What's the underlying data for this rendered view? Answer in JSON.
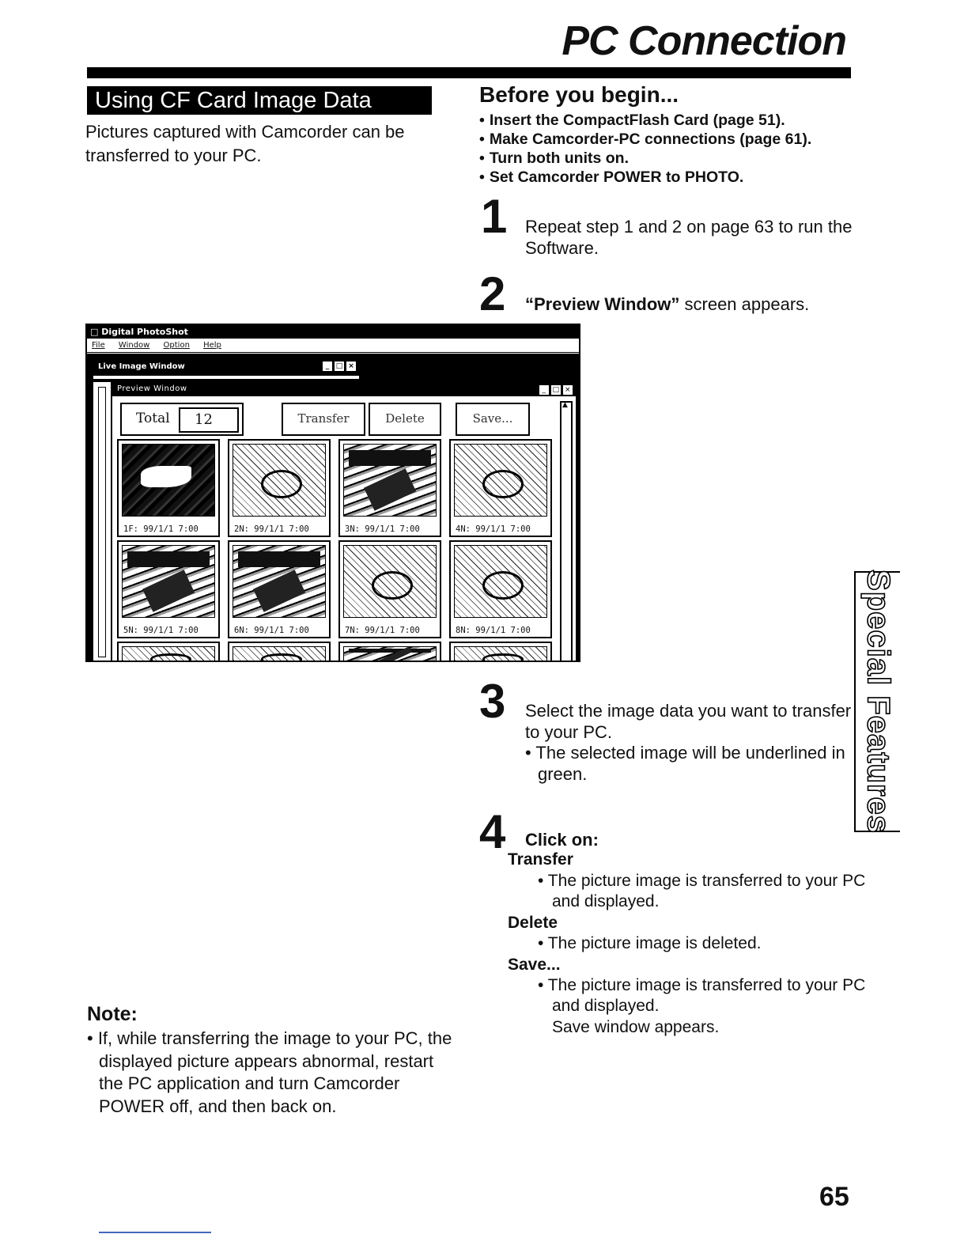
{
  "page_title": "PC Connection",
  "section_heading": "Using CF Card Image Data",
  "intro": "Pictures captured with Camcorder can be transferred to your PC.",
  "before": {
    "heading": "Before you begin...",
    "items": [
      "Insert the CompactFlash Card (page 51).",
      "Make Camcorder-PC connections (page 61).",
      "Turn both units on.",
      "Set Camcorder POWER to PHOTO."
    ]
  },
  "steps": {
    "s1": {
      "num": "1",
      "text": "Repeat step 1 and 2 on page 63 to run the Software."
    },
    "s2": {
      "num": "2",
      "quote": "“Preview Window”",
      "text": " screen appears."
    },
    "s3": {
      "num": "3",
      "text": "Select the image data you want to transfer to your PC.",
      "bullet": "• The selected image will be underlined in green."
    },
    "s4": {
      "num": "4",
      "text": "Click on:"
    }
  },
  "options": [
    {
      "label": "Transfer",
      "desc": "• The picture image is transferred to your PC and displayed."
    },
    {
      "label": "Delete",
      "desc": "• The picture image is deleted."
    },
    {
      "label": "Save...",
      "desc": "• The picture image is transferred to your PC and displayed.",
      "desc2": "Save window appears."
    }
  ],
  "note": {
    "heading": "Note:",
    "text": "• If, while transferring the image to your PC, the displayed picture appears abnormal, restart the PC application and turn Camcorder POWER off, and then back on."
  },
  "side_tab": "Special Features",
  "page_number": "65",
  "app": {
    "title": "Digital PhotoShot",
    "menu": [
      "File",
      "Window",
      "Option",
      "Help"
    ],
    "live_window_title": "Live Image Window",
    "preview_window_title": "Preview Window",
    "total_label": "Total",
    "total_value": "12",
    "buttons": {
      "transfer": "Transfer",
      "delete": "Delete",
      "save": "Save..."
    },
    "thumbnails": [
      "1F: 99/1/1 7:00",
      "2N: 99/1/1 7:00",
      "3N: 99/1/1 7:00",
      "4N: 99/1/1 7:00",
      "5N: 99/1/1 7:00",
      "6N: 99/1/1 7:00",
      "7N: 99/1/1 7:00",
      "8N: 99/1/1 7:00"
    ]
  }
}
